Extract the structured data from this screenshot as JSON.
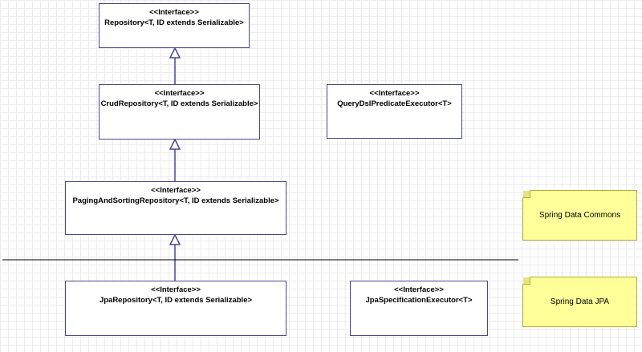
{
  "diagram": {
    "interfaces": {
      "repository": {
        "stereotype": "<<Interface>>",
        "name": "Repository<T, ID extends Serializable>"
      },
      "crud": {
        "stereotype": "<<Interface>>",
        "name": "CrudRepository<T, ID extends Serializable>"
      },
      "querydsl": {
        "stereotype": "<<Interface>>",
        "name": "QueryDslPredicateExecutor<T>"
      },
      "paging": {
        "stereotype": "<<Interface>>",
        "name": "PagingAndSortingRepository<T, ID extends Serializable>"
      },
      "jpa": {
        "stereotype": "<<Interface>>",
        "name": "JpaRepository<T, ID extends Serializable>"
      },
      "jpaspec": {
        "stereotype": "<<Interface>>",
        "name": "JpaSpecificationExecutor<T>"
      }
    },
    "notes": {
      "commons": "Spring Data Commons",
      "jpa": "Spring Data JPA"
    },
    "colors": {
      "box_border": "#4a4790",
      "arrow": "#4a4790",
      "note_fill": "#ffff99",
      "note_border": "#b0ad3a",
      "divider": "#000000"
    }
  }
}
